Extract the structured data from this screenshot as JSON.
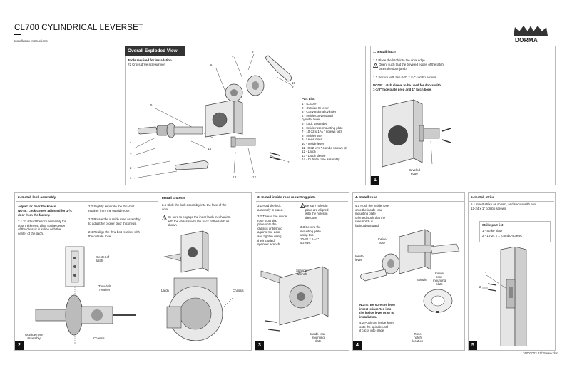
{
  "header": {
    "title": "CL700 CYLINDRICAL LEVERSET",
    "subtitle": "Installation Instructions",
    "brand": "DORMA"
  },
  "exploded": {
    "banner": "Overall Exploded View",
    "tools_label": "Tools required for installation",
    "tools_item": "#2 Cross drive screwdriver",
    "callouts": [
      "1",
      "2",
      "3",
      "4",
      "5",
      "6",
      "7",
      "8",
      "9",
      "10",
      "11",
      "12",
      "13",
      "14"
    ],
    "part_list_title": "Part List",
    "parts": [
      "1 -  IC core",
      "2 -  Outside IC lever",
      "3 -  Conventional cylinder",
      "4 -  Inside conventional\n       cylinder     lever",
      "5 -  Lock assembly",
      "6 -  Inside rose mounting plate",
      "7 -  10-32 x 1-¼   \" screws (x2)",
      "8 -  Inside rose",
      "9 -  Lever insert",
      "10 - Inside lever",
      "11 - 8-32 x ¾   \" combo screws (2)",
      "12 - Latch",
      "13 - Latch sleeve",
      "14 - Outside rose assembly"
    ]
  },
  "step1": {
    "number": "1",
    "title": "1. Install latch",
    "s1_1": "1.1 Place the latch into the door edge.",
    "s1_1b": "Orient such that the beveled edges of the latch\nfaces the door jamb.",
    "s1_2": "1.2 Secure with two 8-32 x ¾   \" combo screws.",
    "note": "NOTE: Latch sleeve to be used for doors with\n1-1/8\" face plate prep and 1\" latch bore.",
    "label_beveled": "Beveled\nedge"
  },
  "step2": {
    "number": "2",
    "title": "2. Install lock assembly",
    "adjust": "Adjust for door thickness",
    "note": "NOTE: Lock comes adjusted for 1-¾  \"\ndoor from the factory.",
    "s2_1": "2.1 To adjust the lock assembly for\ndoor thickness, align so the center\nof the chassis is in line with the\ncenter of the latch.",
    "s2_2": "2.2 Slightly separate the thru-bolt\nretainer from the outside rose.",
    "s2_3": "2.3 Rotate the outside rose assembly\nto adjust for proper door thickness.",
    "s2_4": "2.4 Realign the thru-bolt retainer with\nthe outside rose.",
    "label_center": "Center of\nlatch",
    "label_thru": "Thru-bolt\nretainer",
    "label_outside": "Outside rose\nassembly",
    "label_chassis": "Chassis",
    "chassis_title": "Install chassis",
    "s2_5": "2.5 Slide the lock assembly into the face of the\ndoor.",
    "s2_5b": "Be sure to engage the inner latch mechanism\nwith the chassis with the back of the latch as\nshown",
    "label_latch": "Latch",
    "label_chassis2": "Chassis"
  },
  "step3": {
    "number": "3",
    "title": "3. Install inside rose mounting plate",
    "s3_1": "3.1 Hold the lock\nassembly in place.",
    "s3_2": "3.2 Thread the inside\nrose mounting\nplate onto the\nchassis until snug\nagainst the door\nand tighten using\nthe included\nspanner      wrench.",
    "s3_2b": "Be sure holes in\nplate are aligned\nwith the holes in\nthe      door.",
    "s3_3": "3.3 Secure the\nmounting plate\nusing      two\n10-32 x 1-¼   \"\nscrews.",
    "label_spanner": "Spanner\nwrench",
    "label_plate": "Inside rose\nmounting\nplate"
  },
  "step4": {
    "number": "4",
    "title": "4. Install rose",
    "s4_1": "4.1 Push the inside rose\nonto the inside rose\nmounting plate\noriented such that the\nrose notch is\nfacing      downward.",
    "label_inside_rose": "Inside\nrose",
    "label_inside_lever": "Inside\nlever",
    "label_spindle": "Spindle",
    "label_mounting": "Inside\nrose\nmounting\nplate",
    "note": "NOTE: Be sure the lever\ninsert is inserted into\nthe inside lever prior to\ninstallation.",
    "s4_2": "4.2 Push the inside lever\nonto the spindle until\nit clicks into place.",
    "label_notch": "Rose\nnotch\nlocation"
  },
  "step5": {
    "number": "5",
    "title": "5. Install strike",
    "s5_1": "5.1 Insert strike as shown, and secure with two\n12-24 x 1\" combo screws.",
    "part_title": "Strike part list",
    "part1": "1 -      Strike plate",
    "part2": "2 -      12-24 x 1\" combo-screws",
    "callout1": "1",
    "callout2": "2"
  },
  "footer": {
    "code": "76002003   07/15www.don"
  }
}
